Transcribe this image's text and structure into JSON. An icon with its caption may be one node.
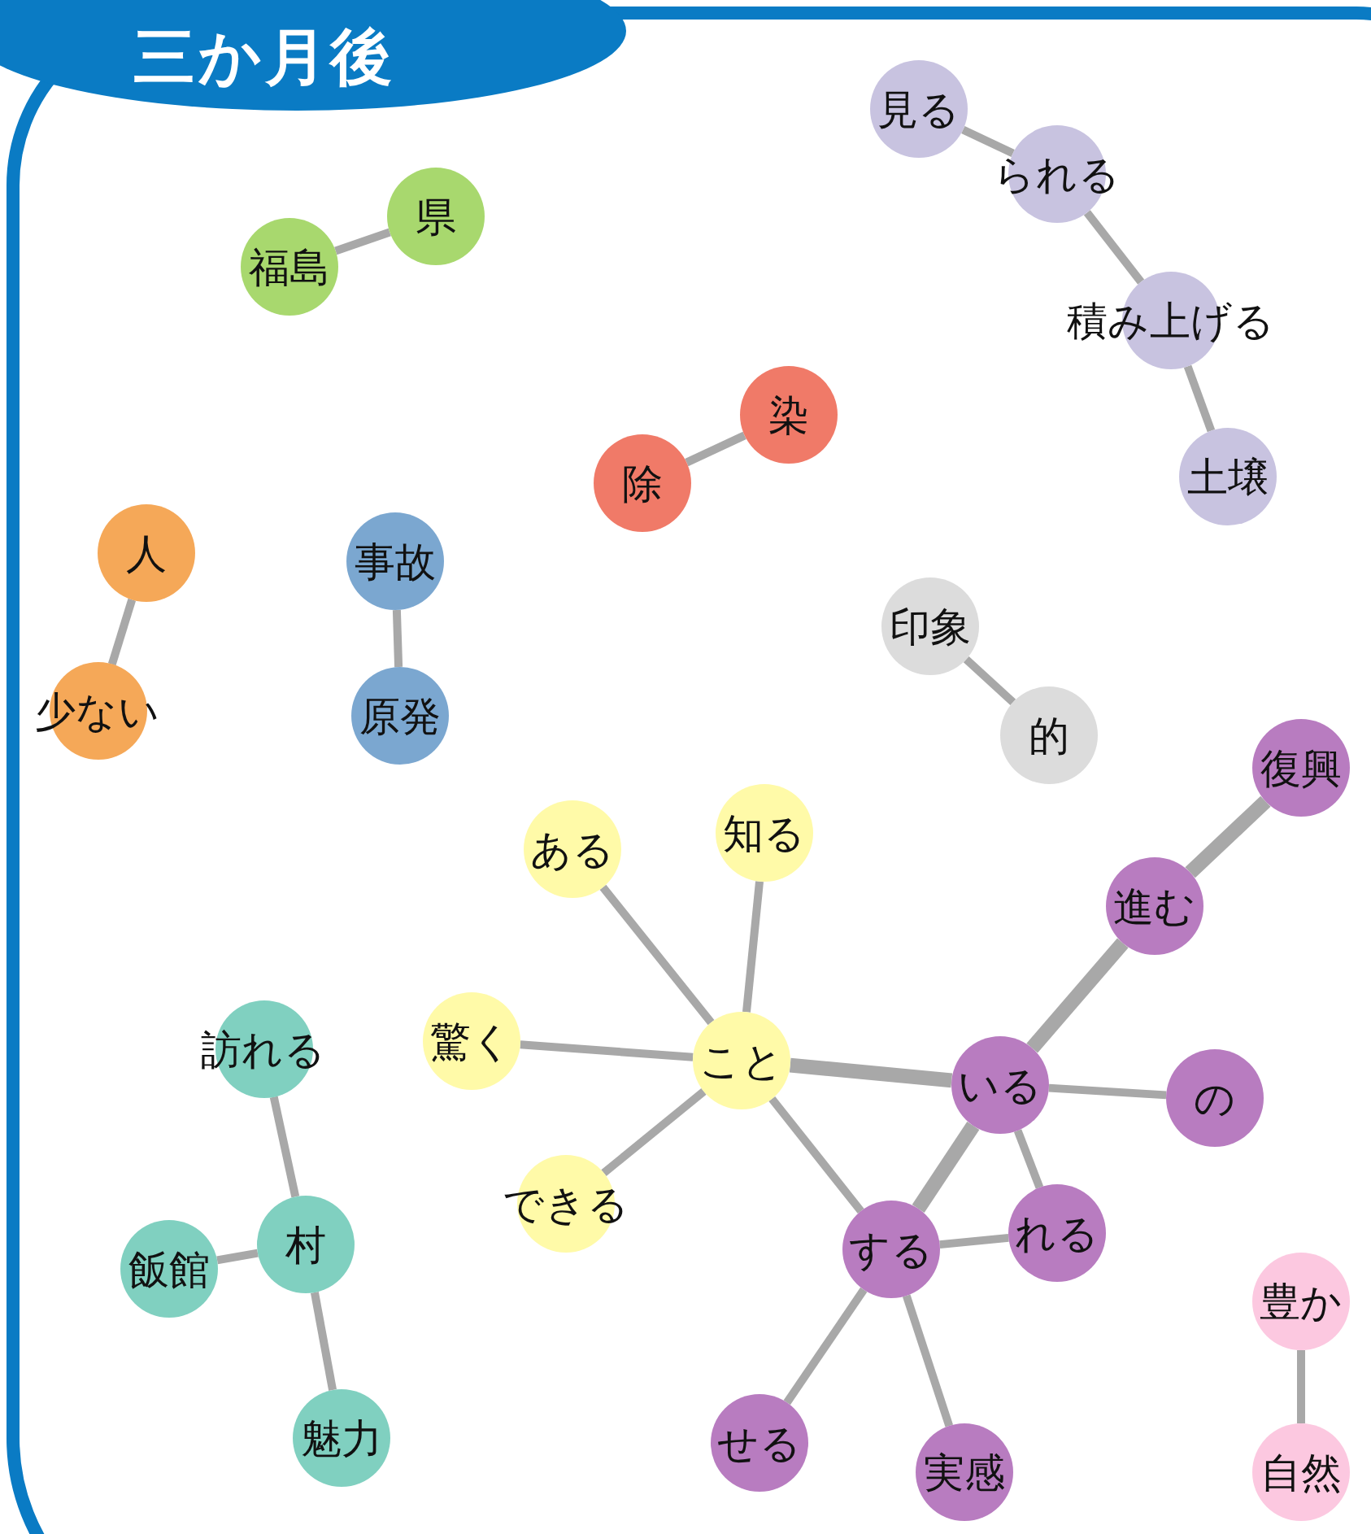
{
  "diagram": {
    "title": "三か月後",
    "nodes": [
      {
        "text": [
          "見る"
        ]
      },
      {
        "text": [
          "られる"
        ]
      },
      {
        "text": [
          "積み上げる"
        ]
      },
      {
        "text": [
          "土壌"
        ]
      },
      {
        "text": [
          "県"
        ]
      },
      {
        "text": [
          "福島"
        ]
      },
      {
        "text": [
          "染"
        ]
      },
      {
        "text": [
          "除"
        ]
      },
      {
        "text": [
          "人"
        ]
      },
      {
        "text": [
          "少ない"
        ]
      },
      {
        "text": [
          "事故"
        ]
      },
      {
        "text": [
          "原発"
        ]
      },
      {
        "text": [
          "印象"
        ]
      },
      {
        "text": [
          "的"
        ]
      },
      {
        "text": [
          "復興"
        ]
      },
      {
        "text": [
          "ある"
        ]
      },
      {
        "text": [
          "知る"
        ]
      },
      {
        "text": [
          "進む"
        ]
      },
      {
        "text": [
          "訪れる"
        ]
      },
      {
        "text": [
          "驚く"
        ]
      },
      {
        "text": [
          "こと"
        ]
      },
      {
        "text": [
          "いる"
        ]
      },
      {
        "text": [
          "の"
        ]
      },
      {
        "text": [
          "できる"
        ]
      },
      {
        "text": [
          "する"
        ]
      },
      {
        "text": [
          "れる"
        ]
      },
      {
        "text": [
          "村"
        ]
      },
      {
        "text": [
          "飯館"
        ]
      },
      {
        "text": [
          "豊か"
        ]
      },
      {
        "text": [
          "魅力"
        ]
      },
      {
        "text": [
          "せる"
        ]
      },
      {
        "text": [
          "実感"
        ]
      },
      {
        "text": [
          "自然"
        ]
      }
    ],
    "edges": [
      {
        "from": 0,
        "to": 1,
        "arrow": "none"
      },
      {
        "from": 1,
        "to": 2,
        "arrow": "none"
      },
      {
        "from": 2,
        "to": 3,
        "arrow": "none"
      },
      {
        "from": 4,
        "to": 5,
        "arrow": "none"
      },
      {
        "from": 6,
        "to": 7,
        "arrow": "none"
      },
      {
        "from": 8,
        "to": 9,
        "arrow": "none"
      },
      {
        "from": 10,
        "to": 11,
        "arrow": "none"
      },
      {
        "from": 12,
        "to": 13,
        "arrow": "none"
      },
      {
        "from": 14,
        "to": 17,
        "arrow": "none",
        "style": "thick"
      },
      {
        "from": 17,
        "to": 21,
        "arrow": "none",
        "style": "thick"
      },
      {
        "from": 15,
        "to": 20,
        "arrow": "none"
      },
      {
        "from": 16,
        "to": 20,
        "arrow": "none"
      },
      {
        "from": 19,
        "to": 20,
        "arrow": "none"
      },
      {
        "from": 23,
        "to": 20,
        "arrow": "none"
      },
      {
        "from": 20,
        "to": 21,
        "arrow": "none",
        "style": "thick"
      },
      {
        "from": 20,
        "to": 24,
        "arrow": "none"
      },
      {
        "from": 21,
        "to": 22,
        "arrow": "none"
      },
      {
        "from": 21,
        "to": 25,
        "arrow": "none"
      },
      {
        "from": 21,
        "to": 24,
        "arrow": "none",
        "style": "thick"
      },
      {
        "from": 24,
        "to": 25,
        "arrow": "none"
      },
      {
        "from": 24,
        "to": 30,
        "arrow": "none"
      },
      {
        "from": 24,
        "to": 31,
        "arrow": "none"
      },
      {
        "from": 18,
        "to": 26,
        "arrow": "none"
      },
      {
        "from": 26,
        "to": 27,
        "arrow": "none"
      },
      {
        "from": 26,
        "to": 29,
        "arrow": "none"
      },
      {
        "from": 28,
        "to": 32,
        "arrow": "none"
      }
    ]
  }
}
